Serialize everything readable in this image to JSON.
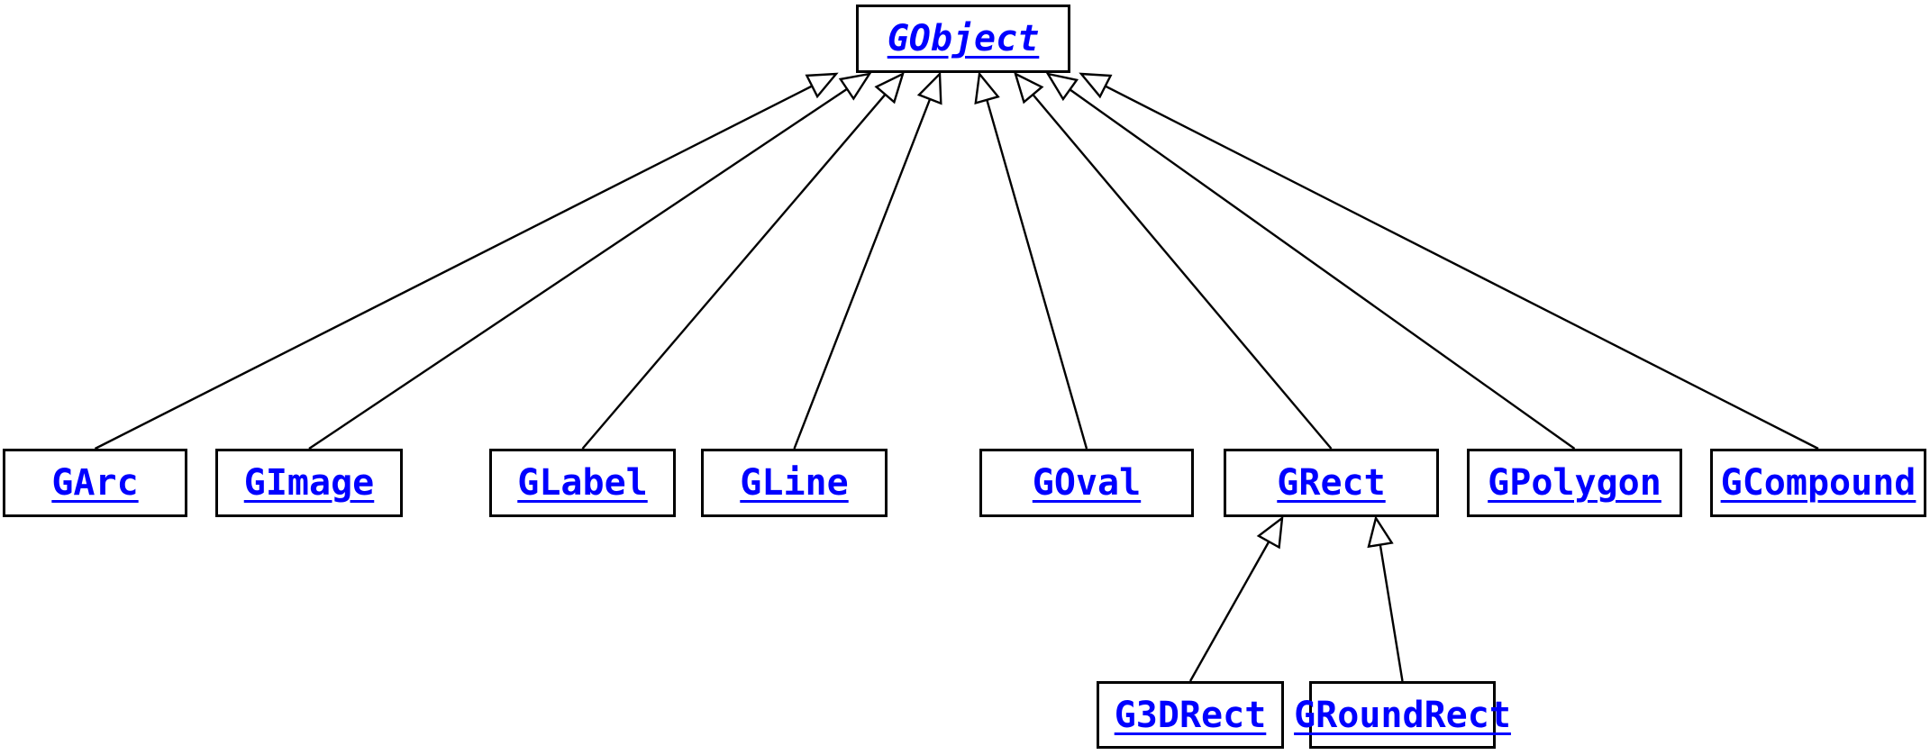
{
  "diagram": {
    "type": "class-inheritance-hierarchy",
    "nodes": {
      "gobject": {
        "label": "GObject",
        "emphasis": "italic"
      },
      "garc": {
        "label": "GArc",
        "emphasis": "none"
      },
      "gimage": {
        "label": "GImage",
        "emphasis": "none"
      },
      "glabel": {
        "label": "GLabel",
        "emphasis": "none"
      },
      "gline": {
        "label": "GLine",
        "emphasis": "none"
      },
      "goval": {
        "label": "GOval",
        "emphasis": "none"
      },
      "grect": {
        "label": "GRect",
        "emphasis": "none"
      },
      "gpolygon": {
        "label": "GPolygon",
        "emphasis": "none"
      },
      "gcompound": {
        "label": "GCompound",
        "emphasis": "none"
      },
      "g3drect": {
        "label": "G3DRect",
        "emphasis": "none"
      },
      "groundrect": {
        "label": "GRoundRect",
        "emphasis": "none"
      }
    },
    "edges": [
      {
        "child": "garc",
        "parent": "gobject"
      },
      {
        "child": "gimage",
        "parent": "gobject"
      },
      {
        "child": "glabel",
        "parent": "gobject"
      },
      {
        "child": "gline",
        "parent": "gobject"
      },
      {
        "child": "goval",
        "parent": "gobject"
      },
      {
        "child": "grect",
        "parent": "gobject"
      },
      {
        "child": "gpolygon",
        "parent": "gobject"
      },
      {
        "child": "gcompound",
        "parent": "gobject"
      },
      {
        "child": "g3drect",
        "parent": "grect"
      },
      {
        "child": "groundrect",
        "parent": "grect"
      }
    ],
    "colors": {
      "link_text": "#0000ff",
      "box_border": "#000000",
      "edge_line": "#000000",
      "background": "#ffffff"
    }
  }
}
